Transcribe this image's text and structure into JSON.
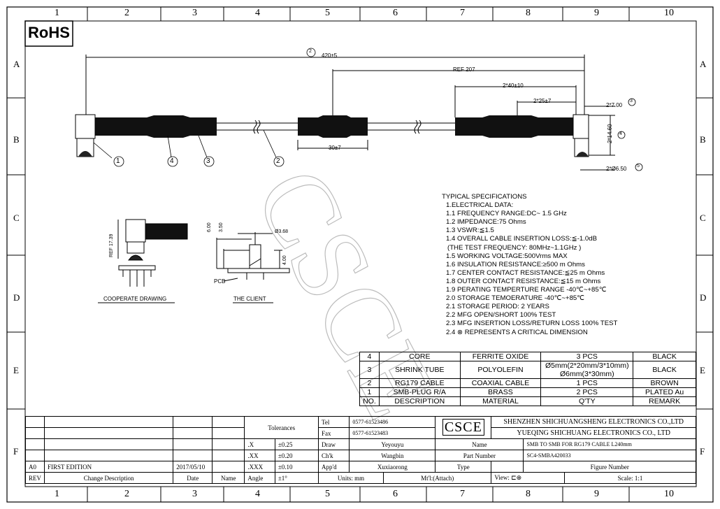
{
  "grid": {
    "columns": [
      "1",
      "2",
      "3",
      "4",
      "5",
      "6",
      "7",
      "8",
      "9",
      "10"
    ],
    "rows": [
      "A",
      "B",
      "C",
      "D",
      "E",
      "F"
    ]
  },
  "rohs": "RoHS",
  "watermark": "CSCE",
  "dims": {
    "overall_marker": "2",
    "overall": "420±5",
    "ref": "REF 207",
    "d_240": "2*40±10",
    "d_225": "2*25±7",
    "d_207": "2*7.00",
    "d_207_marker": "3",
    "d_214": "2*14.60",
    "d_214_marker": "4",
    "d_265": "2*Ø6.50",
    "d_265_marker": "5",
    "mid": "30±7"
  },
  "callouts": [
    "1",
    "4",
    "3",
    "2"
  ],
  "detail": {
    "ref": "REF 17.39",
    "coop_label": "COOPERATE  DRAWING",
    "client_label": "THE CLIENT",
    "pcb": "PCB",
    "d600": "6.00",
    "d350": "3.50",
    "d368": "Ø3.68",
    "d400": "4.00"
  },
  "spec": {
    "title": "TYPICAL SPECIFICATIONS",
    "lines": [
      "1.ELECTRICAL DATA:",
      "1.1 FREQUENCY RANGE:DC~ 1.5 GHz",
      "1.2 IMPEDANCE:75 Ohms",
      "1.3 VSWR:≦1.5",
      "1.4 OVERALL CABLE INSERTION LOSS:≦-1.0dB",
      "(THE TEST FREQUENCY:  80MHz~1.1GHz )",
      "1.5 WORKING VOLTAGE:500Vrms MAX",
      "1.6 INSULATION RESISTANCE:≥500 m Ohms",
      "1.7 CENTER CONTACT RESISTANCE:≦25 m Ohms",
      "1.8 OUTER CONTACT RESISTANCE:≦15 m Ohms",
      "1.9 PERATING TEMPERTURE RANGE -40℃~+85℃",
      "2.0 STORAGE TEMOERATURE -40℃~+85℃",
      "2.1 STORAGE PERIOD: 2 YEARS",
      "2.2 MFG OPEN/SHORT 100% TEST",
      "2.3 MFG INSERTION LOSS/RETURN LOSS 100% TEST",
      "2.4 ⊗ REPRESENTS A CRITICAL DIMENSION"
    ]
  },
  "bom": {
    "rows": [
      [
        "4",
        "CORE",
        "FERRITE OXIDE",
        "3 PCS",
        "BLACK"
      ],
      [
        "3",
        "SHRINK TUBE",
        "POLYOLEFIN",
        "Ø5mm(2*20mm/3*10mm)\nØ6mm(3*30mm)",
        "BLACK"
      ],
      [
        "2",
        "RG179 CABLE",
        "COAXIAL CABLE",
        "1 PCS",
        "BROWN"
      ],
      [
        "1",
        "SMB-PLUG R/A",
        "BRASS",
        "2 PCS",
        "PLATED Au"
      ]
    ],
    "header": [
      "NO.",
      "DESCRIPTION",
      "MATERIAL",
      "Q'TY",
      "REMARK"
    ]
  },
  "title_block": {
    "tolerances": "Tolerances",
    "tel_label": "Tel",
    "tel": "0577-61523486",
    "fax_label": "Fax",
    "fax": "0577-61523483",
    "logo": "CSCE",
    "company1": "SHENZHEN SHICHUANGSHENG ELECTRONICS CO.,LTD",
    "company2": "YUEQING SHICHUANG ELECTRONICS CO., LTD",
    "tol_x": ".X",
    "tol_x_v": "±0.25",
    "tol_xx": ".XX",
    "tol_xx_v": "±0.20",
    "tol_xxx": ".XXX",
    "tol_xxx_v": "±0.10",
    "angle": "Angle",
    "angle_v": "±1°",
    "draw_label": "Draw",
    "draw": "Yeyouyu",
    "chk_label": "Ch'k",
    "chk": "Wangbin",
    "appd_label": "App'd",
    "appd": "Xuxiaorong",
    "name_label": "Name",
    "name": "SMB TO SMB FOR RG179 CABLE L240mm",
    "pn_label": "Part Number",
    "pn": "SC4-SMBA420033",
    "type_label": "Type",
    "fig_label": "Figure Number",
    "units": "Units: mm",
    "mtl": "Mt'l:(Attach)",
    "view": "View:",
    "scale": "Scale: 1:1",
    "rev_a0": "A0",
    "first_edition": "FIRST EDITION",
    "date": "2017/05/10",
    "rev": "REV",
    "change_desc": "Change Description",
    "date_label": "Date",
    "name2_label": "Name"
  }
}
